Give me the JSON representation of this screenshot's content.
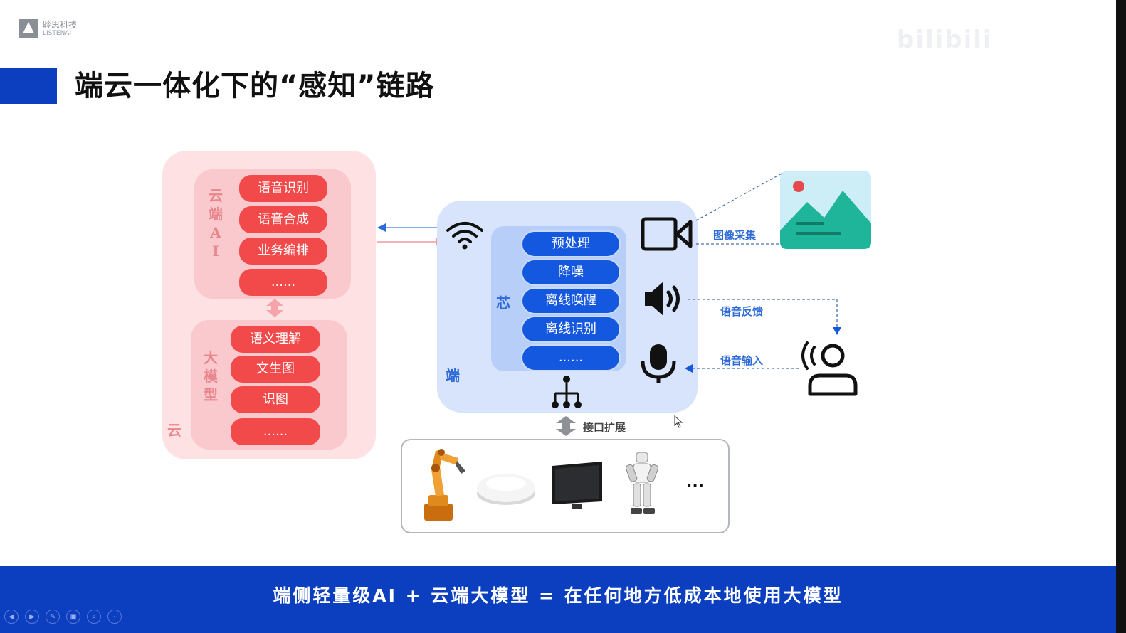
{
  "brand": {
    "name": "聆思科技",
    "sub": "LISTENAI"
  },
  "title": "端云一体化下的“感知”链路",
  "cloud": {
    "outer_label": "云",
    "ai_label": "云端AI",
    "ai_items": [
      "语音识别",
      "语音合成",
      "业务编排",
      "......"
    ],
    "llm_label": "大模型",
    "llm_items": [
      "语义理解",
      "文生图",
      "识图",
      "......"
    ]
  },
  "end": {
    "label": "端",
    "chip_label": "芯",
    "chip_items": [
      "预处理",
      "降噪",
      "离线唤醒",
      "离线识别",
      "......"
    ]
  },
  "links": {
    "image": "图像采集",
    "feedback": "语音反馈",
    "input": "语音输入",
    "interface": "接口扩展"
  },
  "devices": {
    "more": "..."
  },
  "slogan": "端侧轻量级AI + 云端大模型 = 在任何地方低成本地使用大模型",
  "colors": {
    "blue": "#0b3fbf",
    "red_pill": "#f24a4a",
    "blue_pill": "#1558e0",
    "cloud_bg": "#fde1e3",
    "end_bg": "#d7e4fb"
  },
  "icons": [
    "wifi-icon",
    "network-icon",
    "camera-icon",
    "speaker-icon",
    "microphone-icon",
    "image-icon",
    "person-voice-icon",
    "robot-arm-icon",
    "robot-vacuum-icon",
    "tv-icon",
    "humanoid-robot-icon"
  ]
}
